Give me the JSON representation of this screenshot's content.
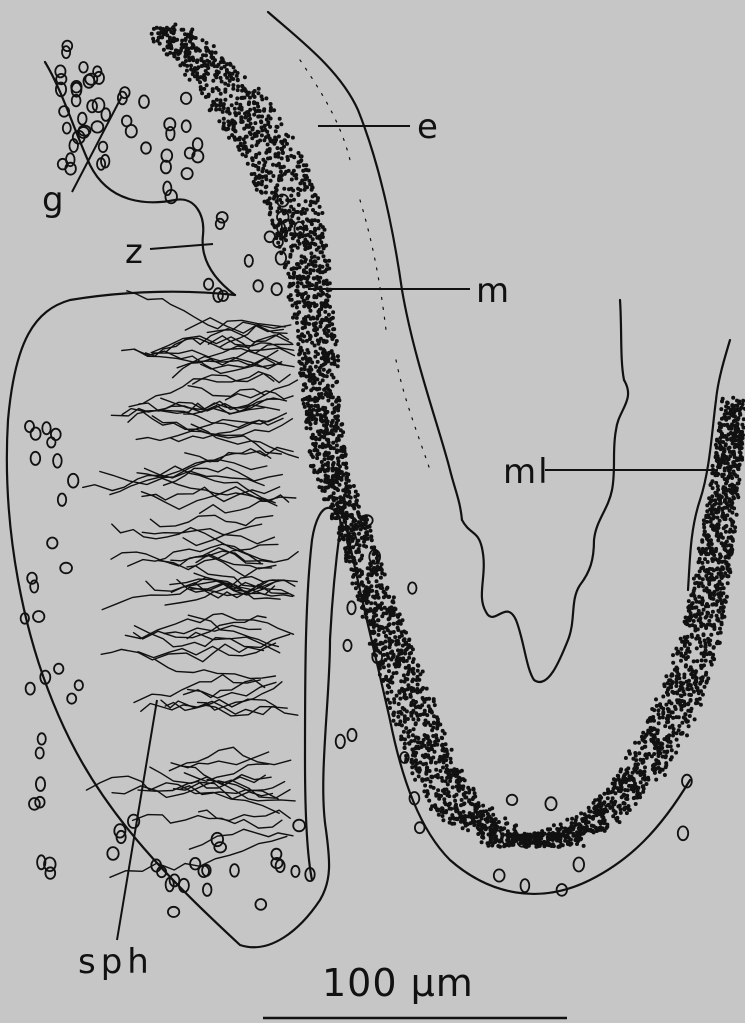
{
  "labels": {
    "e": "e",
    "g": "g",
    "z": "z",
    "m": "m",
    "ml": "ml",
    "sph": "sph"
  },
  "scale_bar": {
    "text": "100 µm"
  },
  "colors": {
    "background": "#c6c6c6",
    "ink": "#111111"
  }
}
